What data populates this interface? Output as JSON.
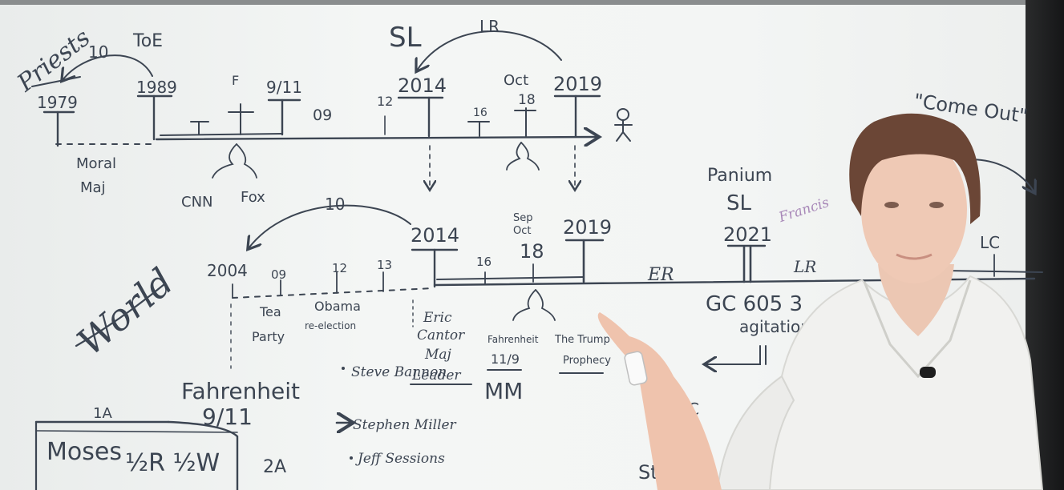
{
  "top_timeline": {
    "left_label": "Priests",
    "arc_left_label": "10",
    "toe_label": "ToE",
    "year_1979": "1979",
    "year_1989": "1989",
    "f_label": "F",
    "nine_eleven": "9/11",
    "o9": "09",
    "twelve": "12",
    "sl": "SL",
    "lr": "LR",
    "year_2014": "2014",
    "oct": "Oct",
    "eighteen": "18",
    "year_2019": "2019",
    "sixteen": "16",
    "moral_maj": [
      "Moral",
      "Maj"
    ],
    "cnn": "CNN",
    "fox": "Fox"
  },
  "middle_timeline": {
    "world": "World",
    "arc_label": "10",
    "year_2004": "2004",
    "o9": "09",
    "twelve": "12",
    "thirteen": "13",
    "year_2014": "2014",
    "sixteen": "16",
    "sep_oct": [
      "Sep",
      "Oct"
    ],
    "eighteen": "18",
    "year_2019": "2019",
    "er": "ER",
    "panium": "Panium",
    "sl": "SL",
    "francis": "Francis",
    "year_2021": "2021",
    "lr": "LR",
    "gc": "GC 605 3",
    "agitation": "agitation",
    "tea_party": [
      "Tea",
      "Party"
    ],
    "obama": [
      "Obama",
      "re-election"
    ],
    "eric_cantor": [
      "Eric",
      "Cantor",
      "Maj",
      "Leader"
    ],
    "fahrenheit_mm": [
      "Fahrenheit",
      "11/9",
      "MM"
    ],
    "trump_prophecy": [
      "The Trump",
      "Prophecy"
    ],
    "come_out": "\"Come Out\"",
    "lc": "LC",
    "c_label": "C",
    "fahrenheit": "Fahrenheit",
    "nine_eleven": "9/11"
  },
  "bottom_left": {
    "one_a": "1A",
    "moses": "Moses",
    "half_r_half_w": "½R ½W",
    "two_a": "2A",
    "steve_bannon": "Steve Bannon",
    "stephen_miller": "Stephen Miller",
    "jeff_sessions": "Jeff Sessions",
    "stro": "Stro"
  }
}
